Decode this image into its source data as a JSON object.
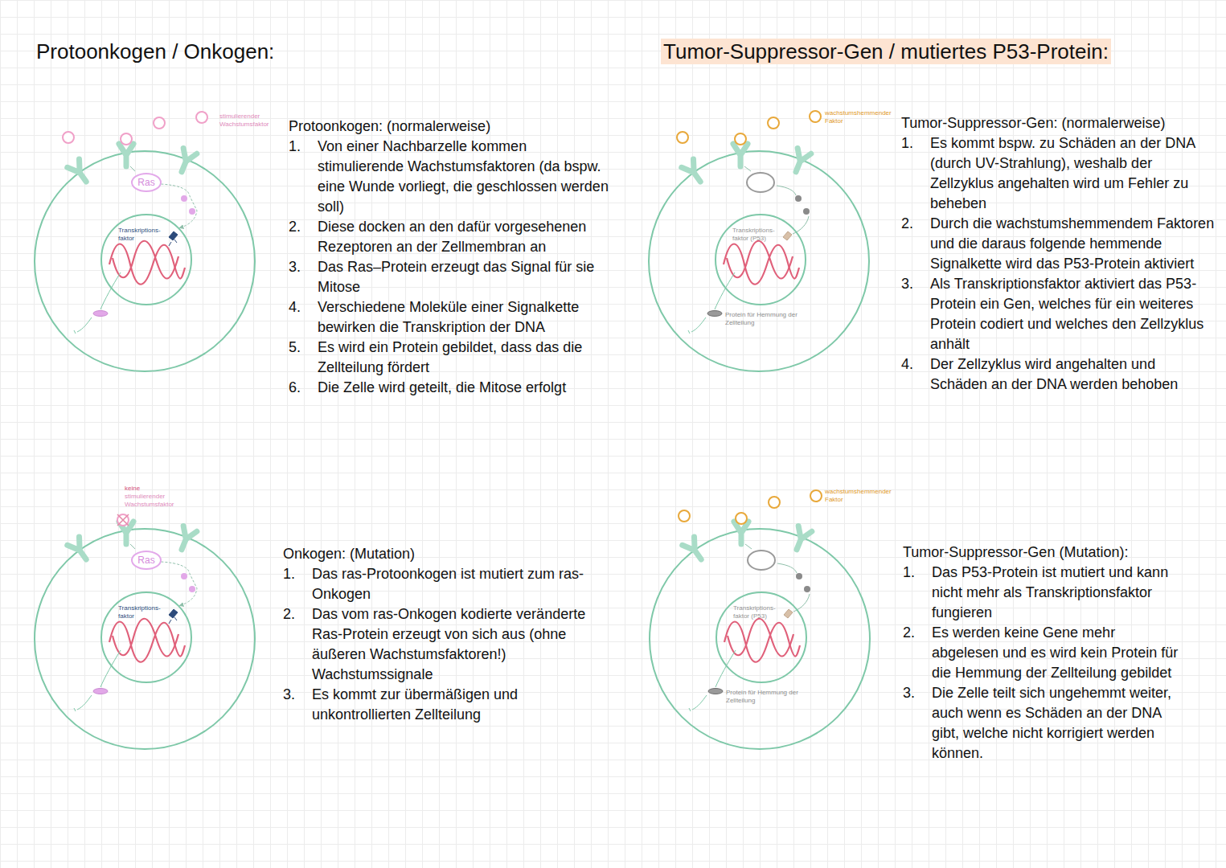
{
  "diagram": {
    "nodes": [
      {
        "text": [
          "Ras"
        ]
      },
      {
        "text": [
          "Transkriptions- faktor"
        ]
      },
      {
        "text": [
          "Ras"
        ]
      },
      {
        "text": [
          "Transkriptions- faktor"
        ]
      },
      {
        "text": [
          "Transkriptions- faktor (P53)"
        ]
      },
      {
        "text": [
          "Transkriptions- faktor (P53)"
        ]
      }
    ],
    "edges": [
      {
        "from": 0,
        "to": 1,
        "arrow": "to"
      },
      {
        "from": 2,
        "to": 3,
        "arrow": "to"
      }
    ],
    "labels": [
      "Protoonkogen / Onkogen:",
      "Tumor-Suppressor-Gen / mutiertes P53-Protein:",
      "stimulierender Wachstumsfaktor",
      "Protoonkogen: (normalerweise)",
      "1.",
      "Von einer Nachbarzelle kommen stimulierende Wachstumsfaktoren (da bspw. eine Wunde vorliegt, die geschlossen werden soll)",
      "2.",
      "Diese docken an den dafür vorgesehenen Rezeptoren an der Zellmembran an",
      "3.",
      "Das Ras–Protein erzeugt das Signal für sie Mitose",
      "4.",
      "Verschiedene Moleküle einer Signalkette bewirken die Transkription der DNA",
      "5.",
      "Es wird ein Protein gebildet, dass das die Zellteilung fördert",
      "6.",
      "Die Zelle wird geteilt, die Mitose erfolgt",
      "keine",
      "stimulierender Wachstumsfaktor",
      "Onkogen: (Mutation)",
      "1.",
      "Das ras-Protoonkogen ist mutiert zum ras-Onkogen",
      "2.",
      "Das vom ras-Onkogen kodierte veränderte Ras-Protein erzeugt von sich aus (ohne äußeren Wachstumsfaktoren!) Wachstumssignale",
      "3.",
      "Es kommt zur übermäßigen und unkontrollierten Zellteilung",
      "wachstumshemmender Faktor",
      "Protein für Hemmung der Zellteilung",
      "Tumor-Suppressor-Gen: (normalerweise)",
      "1.",
      "Es kommt bspw. zu Schäden an der DNA (durch UV-Strahlung), weshalb der Zellzyklus angehalten wird um Fehler zu beheben",
      "2.",
      "Durch die wachstumshemmendem Faktoren und die daraus folgende hemmende Signalkette wird das P53-Protein aktiviert",
      "3.",
      "Als Transkriptionsfaktor aktiviert das P53-Protein ein Gen, welches für ein weiteres Protein codiert und welches den Zellzyklus anhält",
      "4.",
      "Der Zellzyklus wird angehalten und Schäden an der DNA werden behoben",
      "wachstumshemmender Faktor",
      "Protein für Hemmung der Zellteilung",
      "Tumor-Suppressor-Gen (Mutation):",
      "1.",
      "Das P53-Protein ist mutiert und kann nicht mehr als Transkriptionsfaktor fungieren",
      "2.",
      "Es werden keine Gene mehr abgelesen und es wird kein Protein für die Hemmung der Zellteilung gebildet",
      "3.",
      "Die Zelle teilt sich ungehemmt weiter, auch wenn es Schäden an der DNA gibt, welche nicht korrigiert werden können."
    ]
  }
}
